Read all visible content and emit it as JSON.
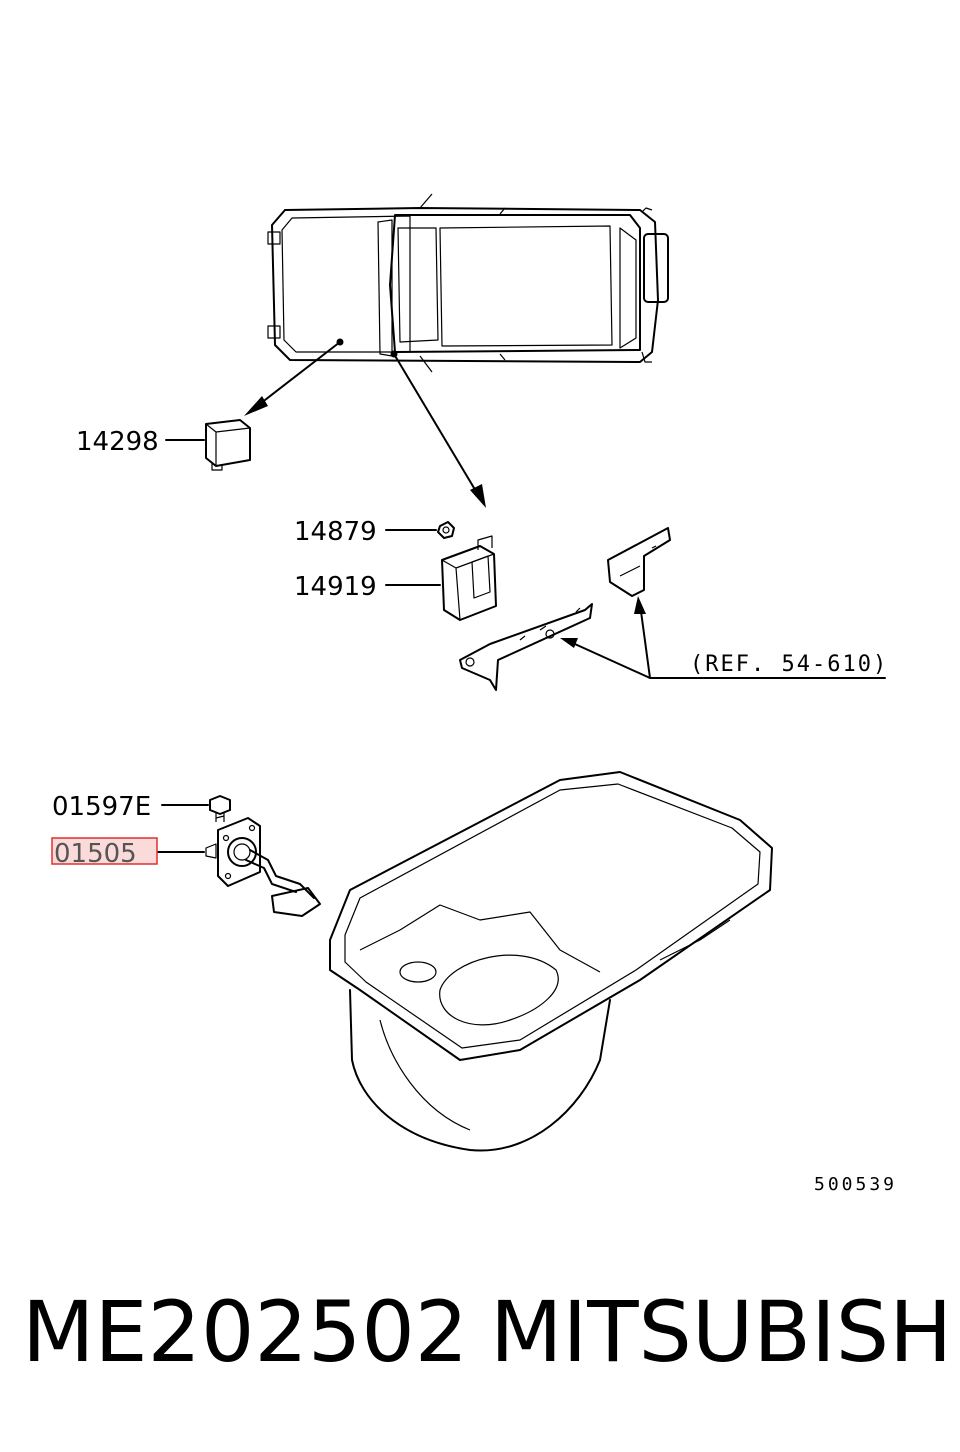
{
  "callouts": {
    "c14298": "14298",
    "c14879": "14879",
    "c14919": "14919",
    "c01597E": "01597E",
    "c01505": "01505"
  },
  "reference": "(REF. 54-610)",
  "diagram_code": "500539",
  "part_number": "ME202502",
  "brand": "MITSUBISHI",
  "highlight_color": "#e03030"
}
